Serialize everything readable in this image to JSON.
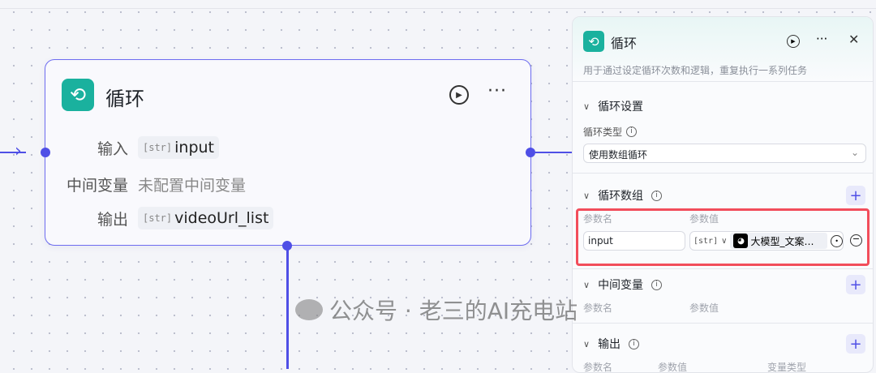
{
  "node": {
    "title": "循环",
    "rows": [
      {
        "label": "输入",
        "type": "[str]",
        "value": "input"
      },
      {
        "label": "中间变量",
        "value": "未配置中间变量"
      },
      {
        "label": "输出",
        "type": "[str]",
        "value": "videoUrl_list"
      }
    ]
  },
  "panel": {
    "title": "循环",
    "description": "用于通过设定循环次数和逻辑，重复执行一系列任务",
    "loop_settings": {
      "heading": "循环设置",
      "type_label": "循环类型",
      "type_value": "使用数组循环"
    },
    "loop_array": {
      "heading": "循环数组",
      "col_name": "参数名",
      "col_value": "参数值",
      "param_name": "input",
      "param_type": "[str]",
      "param_ref": "大模型_文案…"
    },
    "intermediate": {
      "heading": "中间变量",
      "col_name": "参数名",
      "col_value": "参数值"
    },
    "output": {
      "heading": "输出",
      "col_name": "参数名",
      "col_value": "参数值",
      "col_type": "变量类型"
    }
  },
  "watermark": "公众号 · 老三的AI充电站",
  "colors": {
    "accent": "#4f4fe6",
    "loop_icon": "#1ab19e",
    "highlight": "#f24d5b"
  }
}
